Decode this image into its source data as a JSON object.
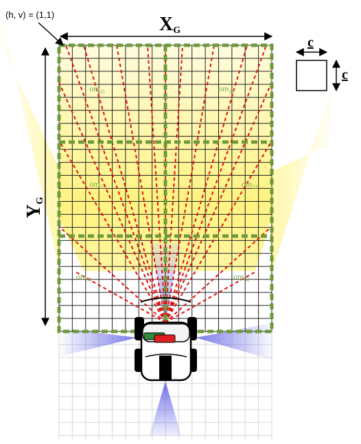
{
  "corner_label": "(h, v) = (1,1)",
  "x_axis": {
    "main": "X",
    "sub": "G"
  },
  "y_axis": {
    "main": "Y",
    "sub": "G"
  },
  "cell_size_label": "c",
  "submaps": [
    {
      "id": "om11",
      "main": "om",
      "sub": "11"
    },
    {
      "id": "om12",
      "main": "om",
      "sub": "12"
    },
    {
      "id": "om21",
      "main": "om",
      "sub": "21"
    },
    {
      "id": "om22",
      "main": "om",
      "sub": "22"
    },
    {
      "id": "om31",
      "main": "om",
      "sub": "31"
    },
    {
      "id": "om32",
      "main": "om",
      "sub": "32"
    }
  ],
  "colors": {
    "submap_border": "#6e9a3a",
    "submap_label": "#7aa84a",
    "sensor_ray": "#dd1111",
    "field_of_view": "#fff27a",
    "side_sensor": "#7777ee",
    "grid_line": "#222222",
    "faint_grid": "#d6d6d6",
    "robot_green": "#2e8b3a",
    "robot_red": "#e02020"
  }
}
